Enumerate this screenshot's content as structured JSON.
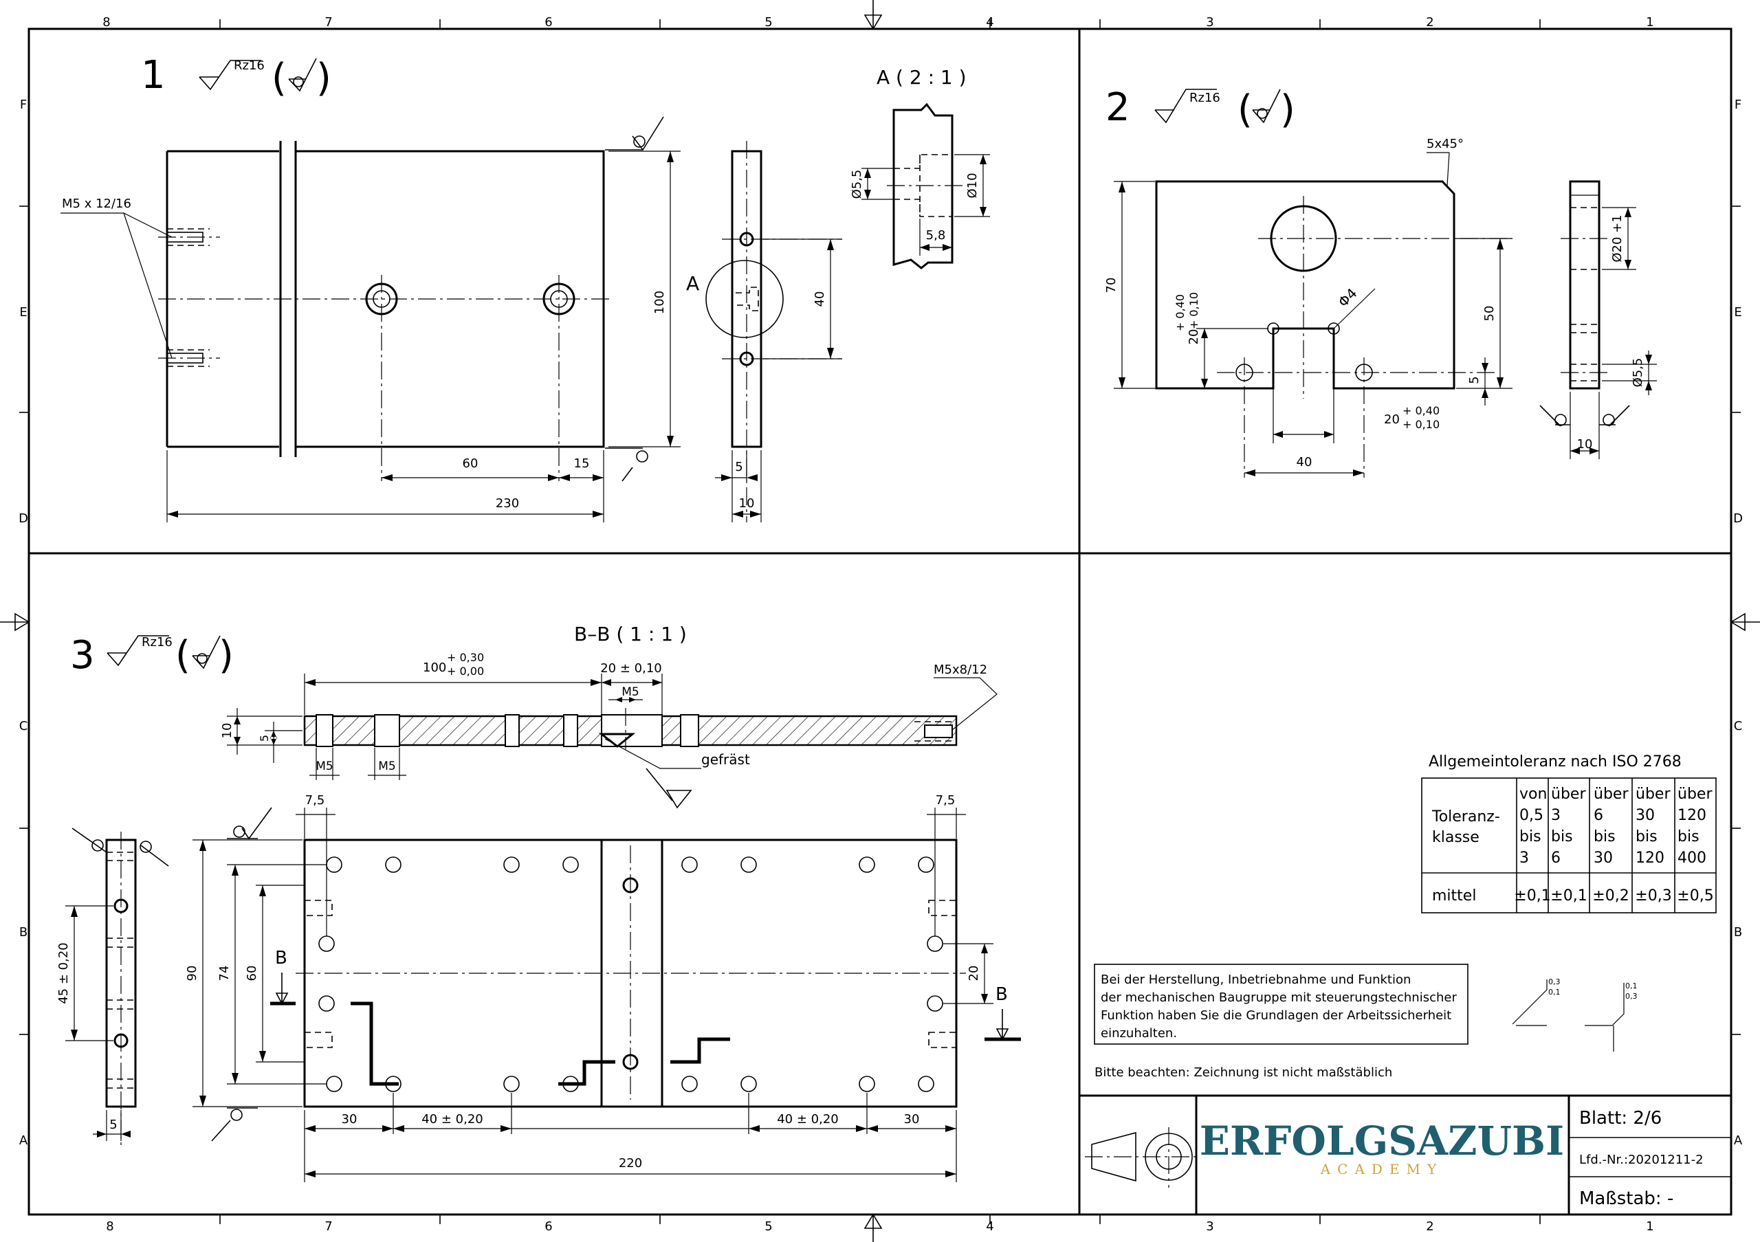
{
  "sheet": {
    "columns": [
      "8",
      "7",
      "6",
      "5",
      "4",
      "3",
      "2",
      "1"
    ],
    "rows": [
      "F",
      "E",
      "D",
      "C",
      "B",
      "A"
    ]
  },
  "view1": {
    "number": "1",
    "roughness": "Rz16",
    "detail_label": "A ( 2 : 1 )",
    "detail_marker": "A",
    "thread_callout": "M5 x 12/16",
    "dims": {
      "d100": "100",
      "d40": "40",
      "d60": "60",
      "d15": "15",
      "d230": "230",
      "d5": "5",
      "d10": "10",
      "d55": "Ø5,5",
      "d10b": "Ø10",
      "d58": "5,8"
    }
  },
  "view2": {
    "number": "2",
    "roughness": "Rz16",
    "dims": {
      "chamfer": "5x45°",
      "d70": "70",
      "d50": "50",
      "d5": "5",
      "d40": "40",
      "d20tol": "20",
      "tol_up": "+ 0,40",
      "tol_lo": "+ 0,10",
      "phi4": "Φ4",
      "d20dia": "Ø20 +1",
      "d55": "Ø5,5",
      "d10": "10"
    }
  },
  "view3": {
    "number": "3",
    "roughness": "Rz16",
    "section_label": "B–B ( 1 : 1 )",
    "section_marker": "B",
    "milled": "gefräst",
    "dims": {
      "d100": "100",
      "d100_up": "+ 0,30",
      "d100_lo": "+ 0,00",
      "d20": "20 ± 0,10",
      "m5": "M5",
      "m5thread": "M5x8/12",
      "d10": "10",
      "d5": "5",
      "m5a": "M5",
      "m5b": "M5",
      "d75a": "7,5",
      "d75b": "7,5",
      "d90": "90",
      "d74": "74",
      "d60": "60",
      "d20r": "20",
      "d45": "45 ± 0,20",
      "d5l": "5",
      "d30a": "30",
      "d40a": "40 ± 0,20",
      "d40b": "40 ± 0,20",
      "d30b": "30",
      "d220": "220"
    }
  },
  "tolerance_table": {
    "title": "Allgemeintoleranz nach ISO 2768",
    "header_label": [
      "Toleranz-",
      "klasse"
    ],
    "columns": [
      {
        "lines": [
          "von",
          "0,5",
          "bis",
          "3"
        ],
        "value": "±0,1"
      },
      {
        "lines": [
          "über",
          "3",
          "bis",
          "6"
        ],
        "value": "±0,1"
      },
      {
        "lines": [
          "über",
          "6",
          "bis",
          "30"
        ],
        "value": "±0,2"
      },
      {
        "lines": [
          "über",
          "30",
          "bis",
          "120"
        ],
        "value": "±0,3"
      },
      {
        "lines": [
          "über",
          "120",
          "bis",
          "400"
        ],
        "value": "±0,5"
      }
    ],
    "row_label": "mittel"
  },
  "safety_note": [
    "Bei der Herstellung, Inbetriebnahme und Funktion",
    "der mechanischen Baugruppe mit steuerungstechnischer",
    "Funktion haben Sie die Grundlagen der Arbeitssicherheit",
    "einzuhalten."
  ],
  "scale_note": "Bitte beachten: Zeichnung ist nicht maßstäblich",
  "tol_marks": {
    "a_up": "0,3",
    "a_lo": "0,1",
    "b_up": "0,1",
    "b_lo": "0,3"
  },
  "title_block": {
    "brand": "ERFOLGSAZUBI",
    "brand_sub": "ACADEMY",
    "sheet": "Blatt: 2/6",
    "serial": "Lfd.-Nr.:20201211-2",
    "scale": "Maßstab: -"
  },
  "colors": {
    "brand_teal": "#1f5f6e",
    "brand_gold": "#c9a640"
  }
}
